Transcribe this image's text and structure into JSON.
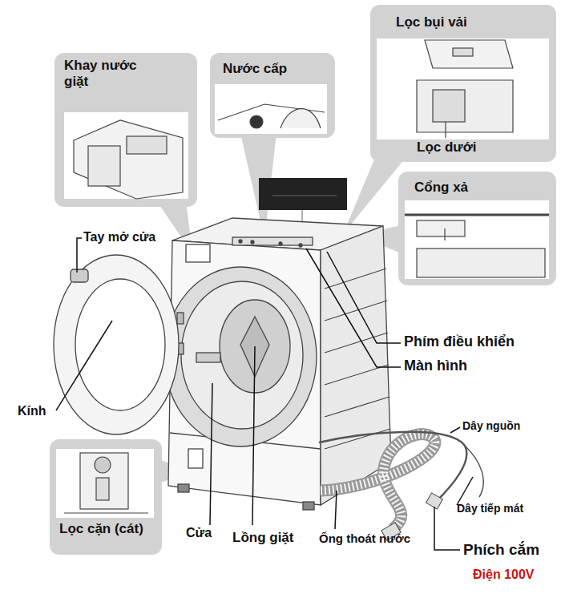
{
  "diagram": {
    "nodes": [
      {
        "text": [
          "Khay nước giặt"
        ]
      },
      {
        "text": [
          "Nước cấp"
        ]
      },
      {
        "text": [
          "Lọc bụi vải",
          "Lọc dưới"
        ]
      },
      {
        "text": [
          "Cổng xả"
        ]
      },
      {
        "text": [
          "Lọc cặn (cát)"
        ]
      }
    ],
    "labels": [
      "Tay mở cửa",
      "Kính",
      "Cửa",
      "Lồng giặt",
      "Ống thoát nước",
      "Phím điều khiển",
      "Màn hình",
      "Dây nguồn",
      "Dây tiếp mát",
      "Phích cắm",
      "Điện 100V"
    ]
  }
}
